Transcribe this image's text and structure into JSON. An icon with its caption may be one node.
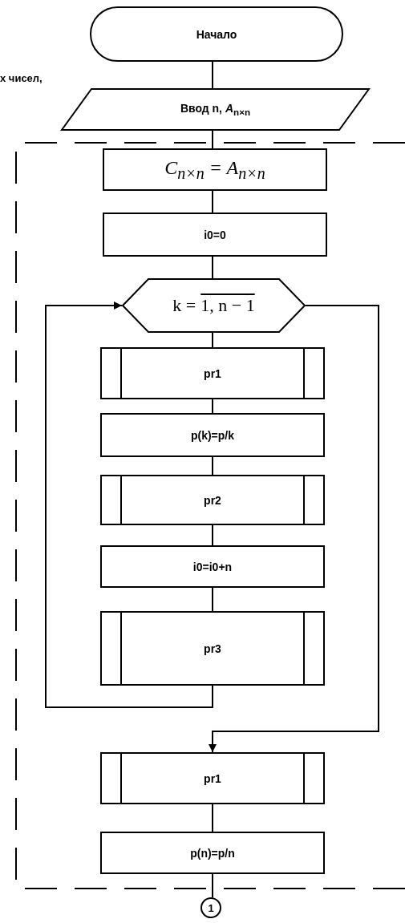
{
  "diagram": {
    "nodes": [
      {
        "text": [
          "Начало"
        ]
      },
      {
        "text": [
          "Ввод n, *A*$_{n×n}$"
        ]
      },
      {
        "text": [
          "C$_{n×n}$ = A$_{n×n}$"
        ]
      },
      {
        "text": [
          "i0=0"
        ]
      },
      {
        "text": [
          "k =",
          "1, n − 1"
        ]
      },
      {
        "text": [
          "pr1"
        ]
      },
      {
        "text": [
          "p(k)=p/k"
        ]
      },
      {
        "text": [
          "pr2"
        ]
      },
      {
        "text": [
          "i0=i0+n"
        ]
      },
      {
        "text": [
          "pr3"
        ]
      },
      {
        "text": [
          "pr1"
        ]
      },
      {
        "text": [
          "p(n)=p/n"
        ]
      },
      {
        "text": [
          "1"
        ]
      }
    ],
    "edges": [
      {
        "from": 0,
        "to": 1,
        "arrow": "none"
      },
      {
        "from": 1,
        "to": 2,
        "arrow": "none"
      },
      {
        "from": 2,
        "to": 3,
        "arrow": "none"
      },
      {
        "from": 3,
        "to": 4,
        "arrow": "none"
      },
      {
        "from": 4,
        "to": 5,
        "arrow": "none"
      },
      {
        "from": 5,
        "to": 6,
        "arrow": "none"
      },
      {
        "from": 6,
        "to": 7,
        "arrow": "none"
      },
      {
        "from": 7,
        "to": 8,
        "arrow": "none"
      },
      {
        "from": 8,
        "to": 9,
        "arrow": "none"
      },
      {
        "from": 9,
        "to": 4,
        "arrow": "to"
      },
      {
        "from": 4,
        "to": 10,
        "arrow": "to"
      },
      {
        "from": 10,
        "to": 11,
        "arrow": "none"
      },
      {
        "from": 11,
        "to": 12,
        "arrow": "none"
      }
    ],
    "labels": [
      "х чисел,"
    ]
  }
}
